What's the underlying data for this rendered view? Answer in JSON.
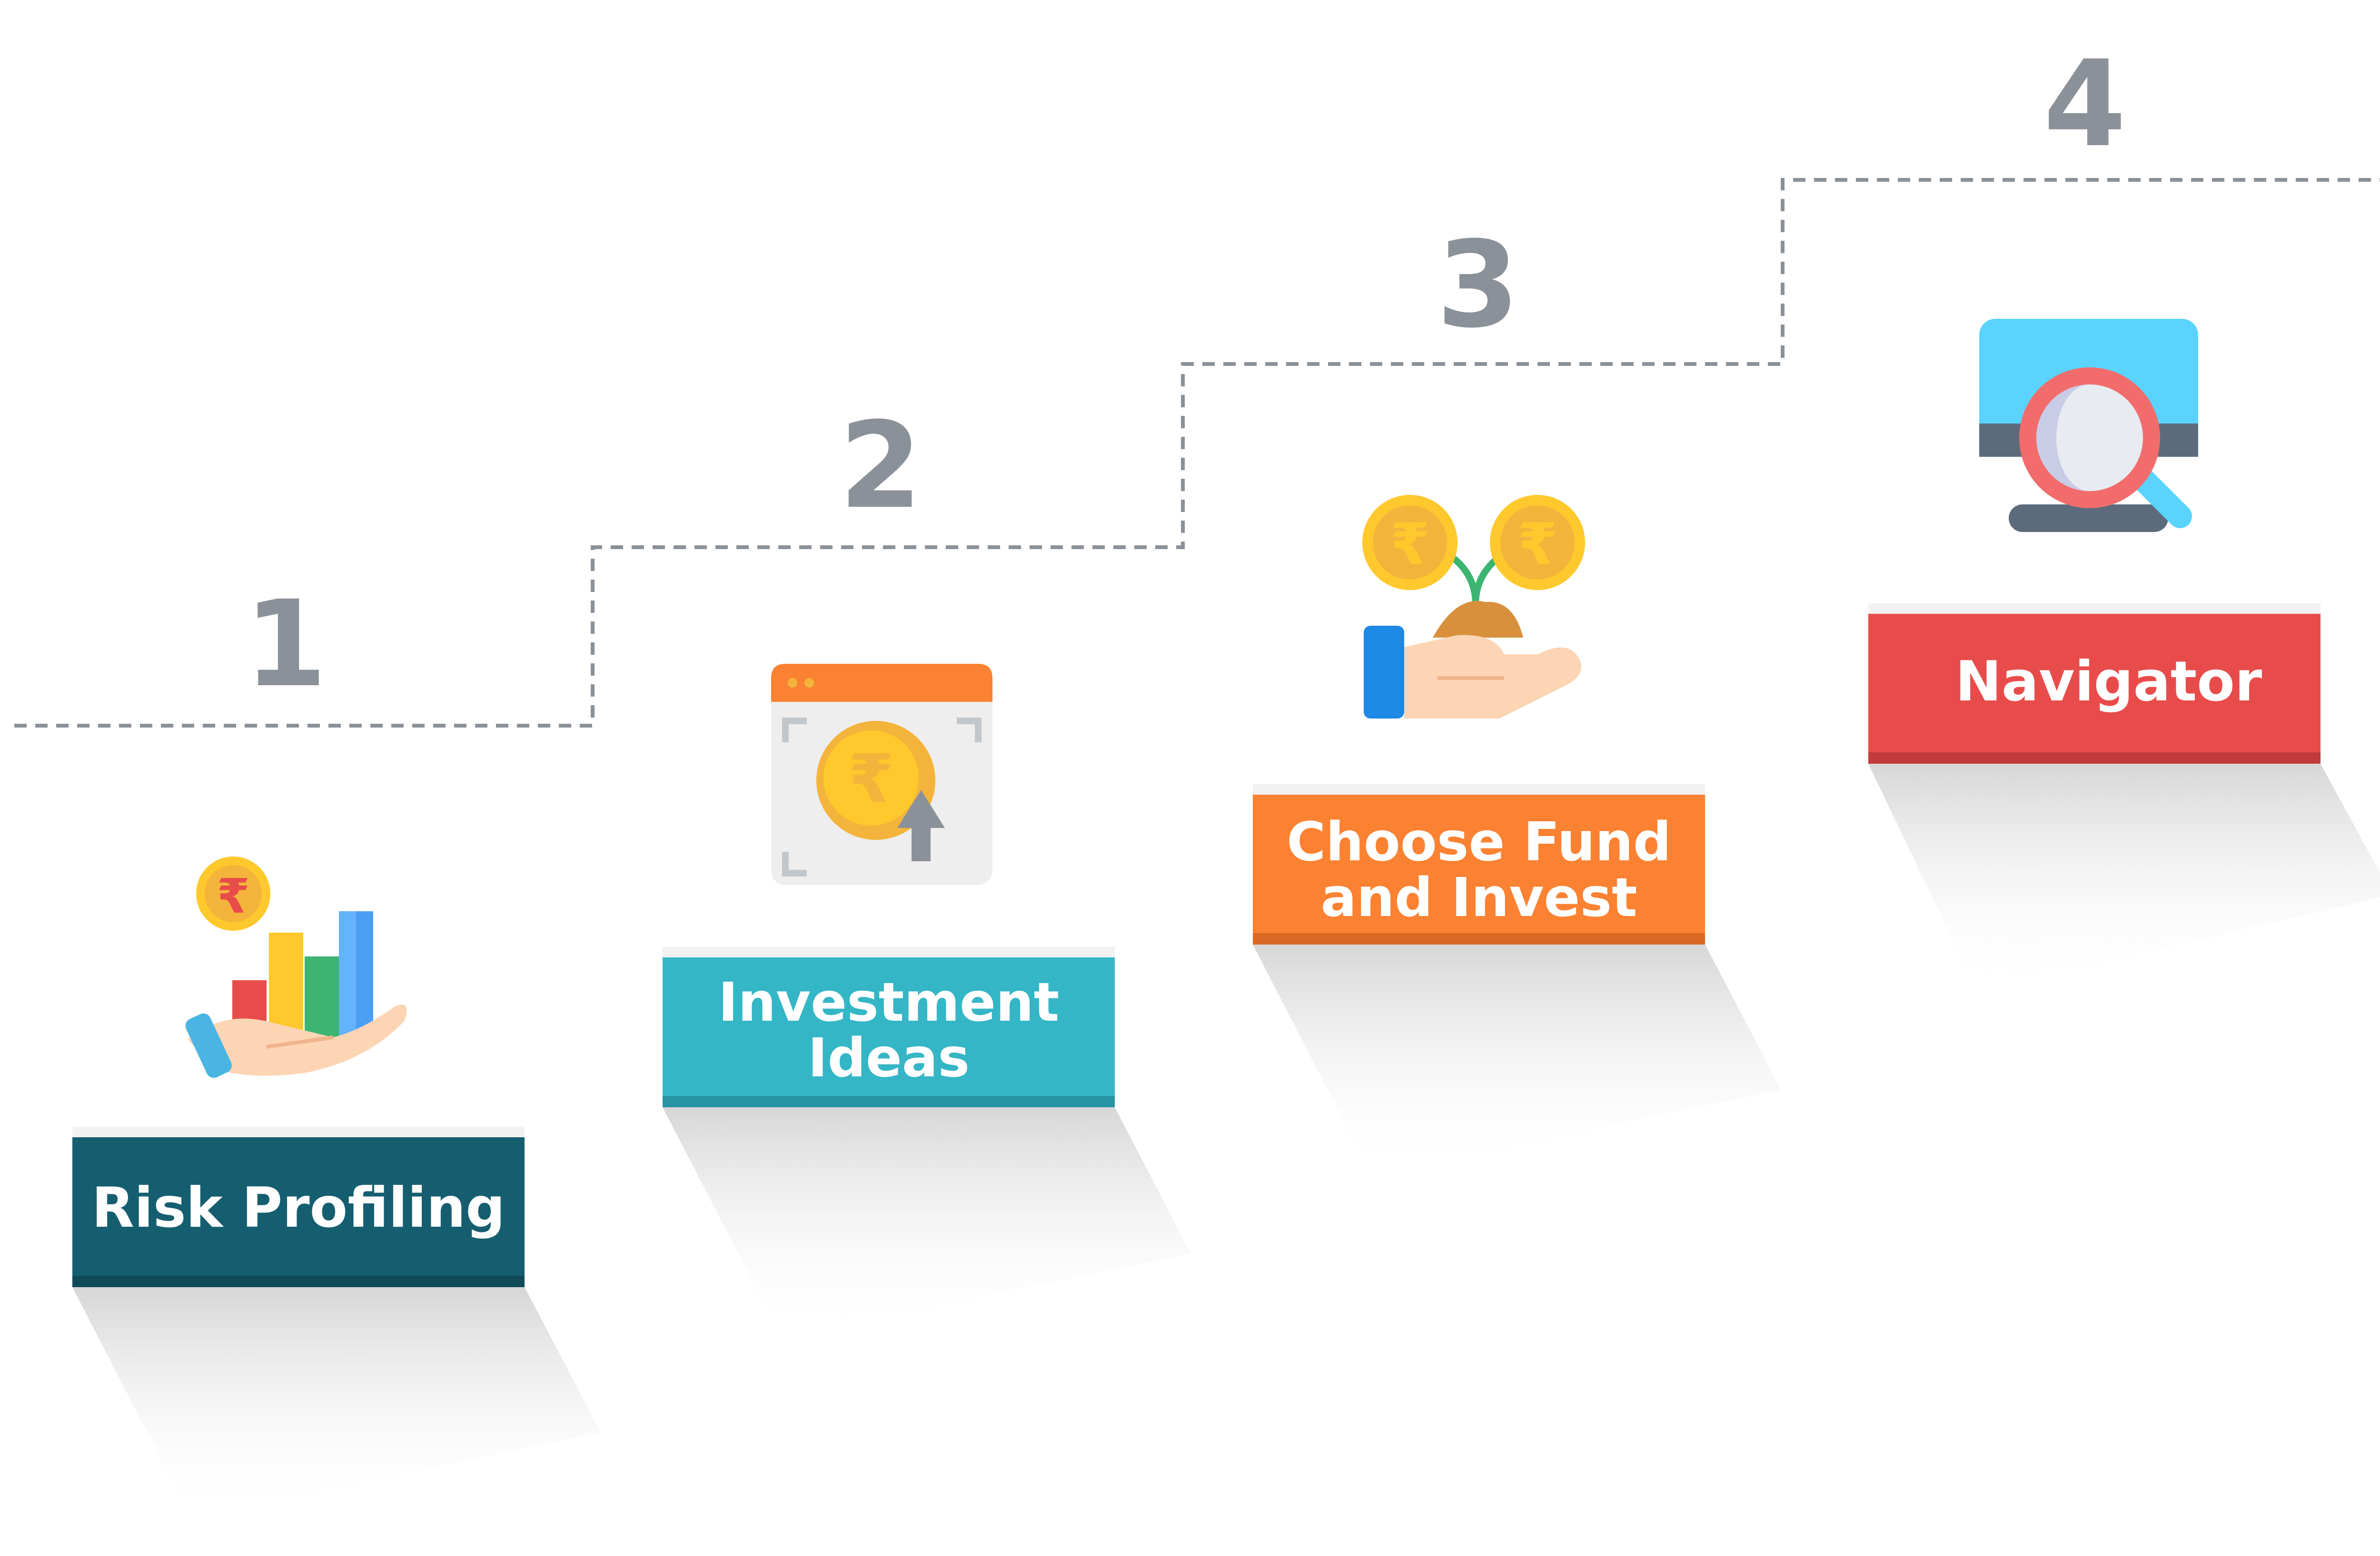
{
  "steps": [
    {
      "number": "1",
      "label_lines": [
        "Risk Profiling"
      ],
      "color": "#155e70",
      "icon": "hand-bar-chart-rupee-icon"
    },
    {
      "number": "2",
      "label_lines": [
        "Investment",
        "Ideas"
      ],
      "color": "#34b6c6",
      "icon": "rupee-growth-screen-icon"
    },
    {
      "number": "3",
      "label_lines": [
        "Choose Fund",
        "and Invest"
      ],
      "color": "#fb8232",
      "icon": "hand-plant-rupee-coins-icon"
    },
    {
      "number": "4",
      "label_lines": [
        "Navigator"
      ],
      "color": "#e84c4a",
      "icon": "monitor-magnifier-icon"
    }
  ],
  "rupee_symbol": "₹"
}
